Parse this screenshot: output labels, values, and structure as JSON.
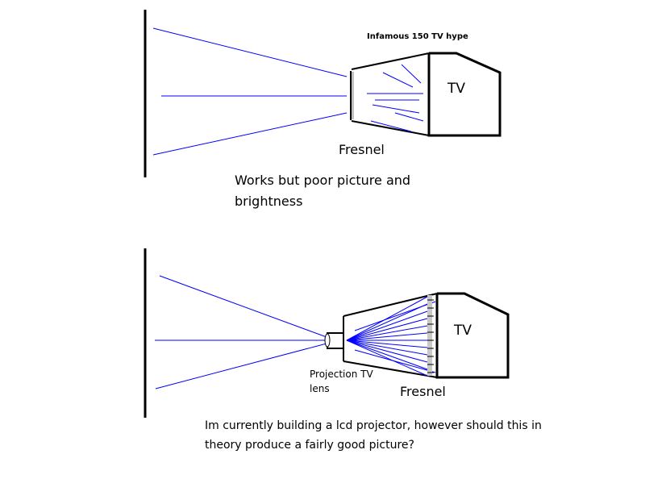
{
  "top_diagram": {
    "title": "Infamous 150 TV hype",
    "tv_label": "TV",
    "fresnel_label": "Fresnel",
    "caption_line1": "Works but poor picture and",
    "caption_line2": "brightness",
    "caption_color": "#e00000"
  },
  "bottom_diagram": {
    "tv_label": "TV",
    "fresnel_label": "Fresnel",
    "lens_label_line1": "Projection TV",
    "lens_label_line2": "lens",
    "question_line1": "Im currently building a lcd projector, however should this in",
    "question_line2": "theory produce a fairly good picture?",
    "question_color": "#0000c0"
  },
  "colors": {
    "ray": "#0000ff",
    "outline": "#000000",
    "fresnel_gray": "#c0c0c0"
  }
}
